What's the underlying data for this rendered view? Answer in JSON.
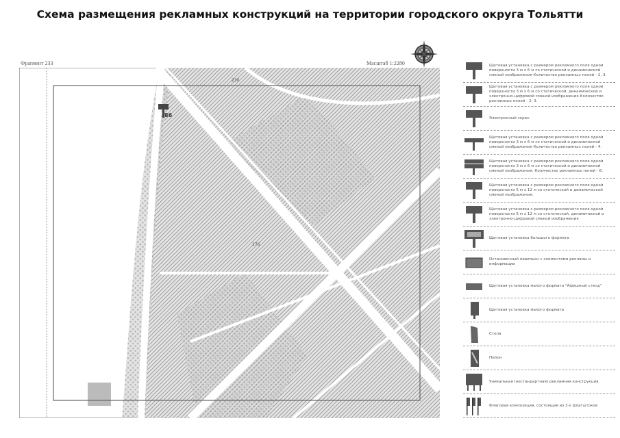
{
  "title": "Схема размещения рекламных конструкций на территории городского округа Тольятти",
  "map": {
    "fragment": "Фрагмент 233",
    "scale": "Масштаб 1:2280",
    "markers": [
      {
        "label": "86"
      }
    ],
    "parcel_labels": [
      "230",
      "276"
    ]
  },
  "legend": [
    {
      "icon": "billboard-static-dynamic-icon",
      "text": "Щитовая установка с размером рекламного поля одной поверхности 3 м х 6 м со статической и динамической сменой изображения Количество рекламных полей - 2, 3."
    },
    {
      "icon": "billboard-digital-icon",
      "text": "Щитовая установка с размером рекламного поля одной поверхности 3 м х 6 м со статической, динамической и электронно-цифровой сменой изображения Количество рекламных полей - 2, 3."
    },
    {
      "icon": "electronic-screen-icon",
      "text": "Электронный экран"
    },
    {
      "icon": "billboard-4-fields-icon",
      "text": "Щитовая установка с размером рекламного поля одной поверхности 3 м х 6 м со статической и динамической сменой изображения Количество рекламных полей - 4."
    },
    {
      "icon": "billboard-8-fields-icon",
      "text": "Щитовая установка с размером рекламного поля одной поверхности 3 м х 6 м со статической и динамической сменой изображения. Количество рекламных полей - 8."
    },
    {
      "icon": "billboard-5x12-icon",
      "text": "Щитовая установка с размером рекламного поля одной поверхности 5 м х 12 м со статической и динамической сменой изображения."
    },
    {
      "icon": "billboard-5x12-digital-icon",
      "text": "Щитовая установка с размером рекламного поля одной поверхности 5 м х 12 м со статической, динамической и электронно-цифровой сменой изображения"
    },
    {
      "icon": "large-format-billboard-icon",
      "text": "Щитовая установка большого формата"
    },
    {
      "icon": "bus-stop-pavilion-icon",
      "text": "Остановочный павильон с элементами рекламы и информации"
    },
    {
      "icon": "poster-stand-icon",
      "text": "Щитовая установка малого формата \"Афишный стенд\""
    },
    {
      "icon": "small-billboard-icon",
      "text": "Щитовая установка малого формата"
    },
    {
      "icon": "stele-icon",
      "text": "Стела"
    },
    {
      "icon": "pylon-icon",
      "text": "Пилон"
    },
    {
      "icon": "unique-construction-icon",
      "text": "Уникальная (нестандартная) рекламная конструкция"
    },
    {
      "icon": "flag-composition-icon",
      "text": "Флаговая композиция, состоящая из 3-х флагштоков"
    }
  ],
  "colors": {
    "hatch": "#9a9a9a",
    "icon": "#555555",
    "frame": "#666666"
  }
}
